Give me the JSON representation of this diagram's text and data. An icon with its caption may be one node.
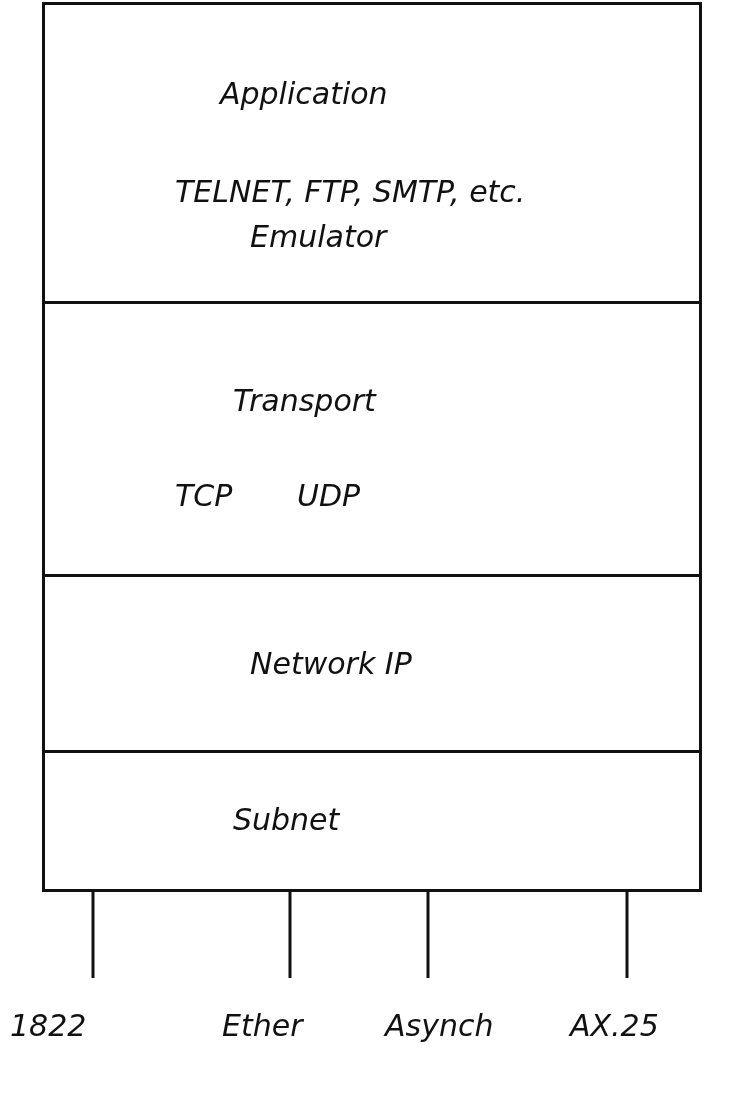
{
  "diagram": {
    "nodes": [
      {
        "text": [
          "Application",
          "TELNET, FTP, SMTP, etc.",
          "Emulator"
        ]
      },
      {
        "text": [
          "Transport",
          "TCP",
          "UDP"
        ]
      },
      {
        "text": [
          "Network IP"
        ]
      },
      {
        "text": [
          "Subnet"
        ]
      },
      {
        "text": [
          "1822"
        ]
      },
      {
        "text": [
          "Ether"
        ]
      },
      {
        "text": [
          "Asynch"
        ]
      },
      {
        "text": [
          "AX.25"
        ]
      }
    ],
    "edges": [
      {
        "from": 3,
        "to": 4,
        "arrow": "none"
      },
      {
        "from": 3,
        "to": 5,
        "arrow": "none"
      },
      {
        "from": 3,
        "to": 6,
        "arrow": "none"
      },
      {
        "from": 3,
        "to": 7,
        "arrow": "none"
      }
    ]
  }
}
